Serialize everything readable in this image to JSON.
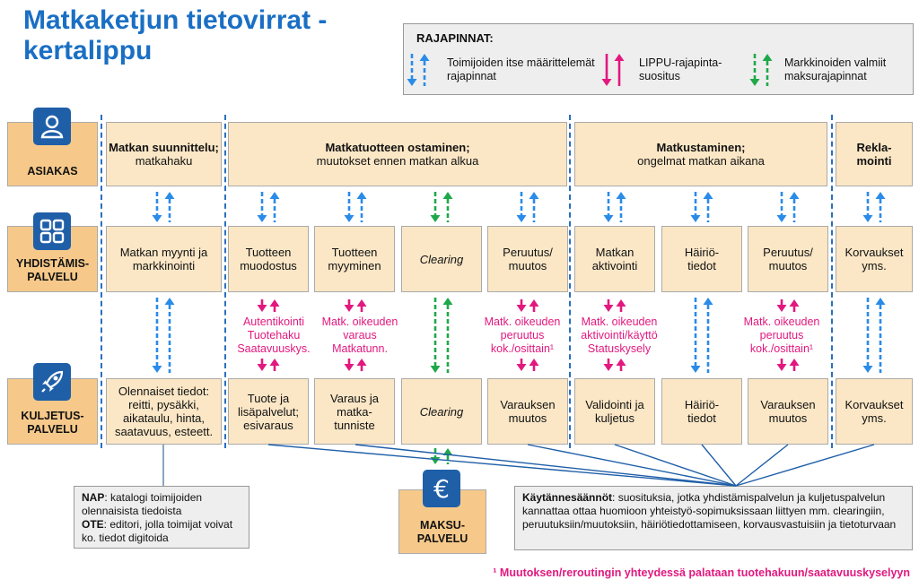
{
  "title": "Matkaketjun tietovirrat -\nkertalippu",
  "legend": {
    "title": "RAJAPINNAT:",
    "items": [
      {
        "text": "Toimijoiden itse määrittelemät rajapinnat"
      },
      {
        "text": "LIPPU-rajapinta-suositus"
      },
      {
        "text": "Markkinoiden valmiit maksurajapinnat"
      }
    ]
  },
  "rows": {
    "asiakas": "ASIAKAS",
    "yhdistamis": "YHDISTÄMIS-\nPALVELU",
    "kuljetus": "KULJETUS-\nPALVELU",
    "maksu": "MAKSU-\nPALVELU"
  },
  "customer_boxes": {
    "planning_bold": "Matkan suunnittelu;",
    "planning": "matkahaku",
    "purchase_bold": "Matkatuotteen ostaminen;",
    "purchase": "muutokset ennen matkan alkua",
    "travel_bold": "Matkustaminen;",
    "travel": "ongelmat matkan aikana",
    "complaint_bold": "Rekla-\nmointi"
  },
  "integration_boxes": [
    "Matkan myynti ja markkinointi",
    "Tuotteen muodostus",
    "Tuotteen myyminen",
    "Clearing",
    "Peruutus/ muutos",
    "Matkan aktivointi",
    "Häiriö-\ntiedot",
    "Peruutus/ muutos",
    "Korvaukset yms."
  ],
  "transport_boxes": [
    "Olennaiset tiedot: reitti, pysäkki, aikataulu, hinta, saatavuus, esteett.",
    "Tuote ja lisäpalvelut; esivaraus",
    "Varaus ja matka-\ntunniste",
    "Clearing",
    "Varauksen muutos",
    "Validointi ja kuljetus",
    "Häiriö-\ntiedot",
    "Varauksen muutos",
    "Korvaukset yms."
  ],
  "annotations": [
    "Autentikointi\nTuotehaku\nSaatavuuskys.",
    "Matk. oikeuden\nvaraus\nMatkatunn.",
    "Matk. oikeuden\nperuutus\nkok./osittain¹",
    "Matk. oikeuden\naktivointi/käyttö\nStatuskysely",
    "Matk. oikeuden\nperuutus\nkok./osittain¹"
  ],
  "notes": {
    "nap_label": "NAP",
    "nap_text": ": katalogi toimijoiden olennaisista tiedoista",
    "ote_label": "OTE",
    "ote_text": ": editori, jolla toimijat voivat ko. tiedot digitoida",
    "practice_label": "Käytännesäännöt",
    "practice_text": ": suosituksia, jotka yhdistämispalvelun ja kuljetuspalvelun kannattaa ottaa huomioon yhteistyö-sopimuksissaan liittyen mm. clearingiin, peruutuksiin/muutoksiin, häiriötiedottamiseen, korvausvastuisiin ja tietoturvaan"
  },
  "footnote": "¹ Muutoksen/reroutingin yhteydessä palataan tuotehakuun/saatavuuskyselyyn",
  "colors": {
    "blue": "#2a8be8",
    "pink": "#e2187f",
    "green": "#1fa84a",
    "title": "#1a6fc4",
    "box": "#fbe7c6",
    "label": "#f6c98a",
    "icon": "#1f5fa8"
  },
  "icons": [
    "person-icon",
    "grid-icon",
    "rocket-icon",
    "euro-icon"
  ]
}
